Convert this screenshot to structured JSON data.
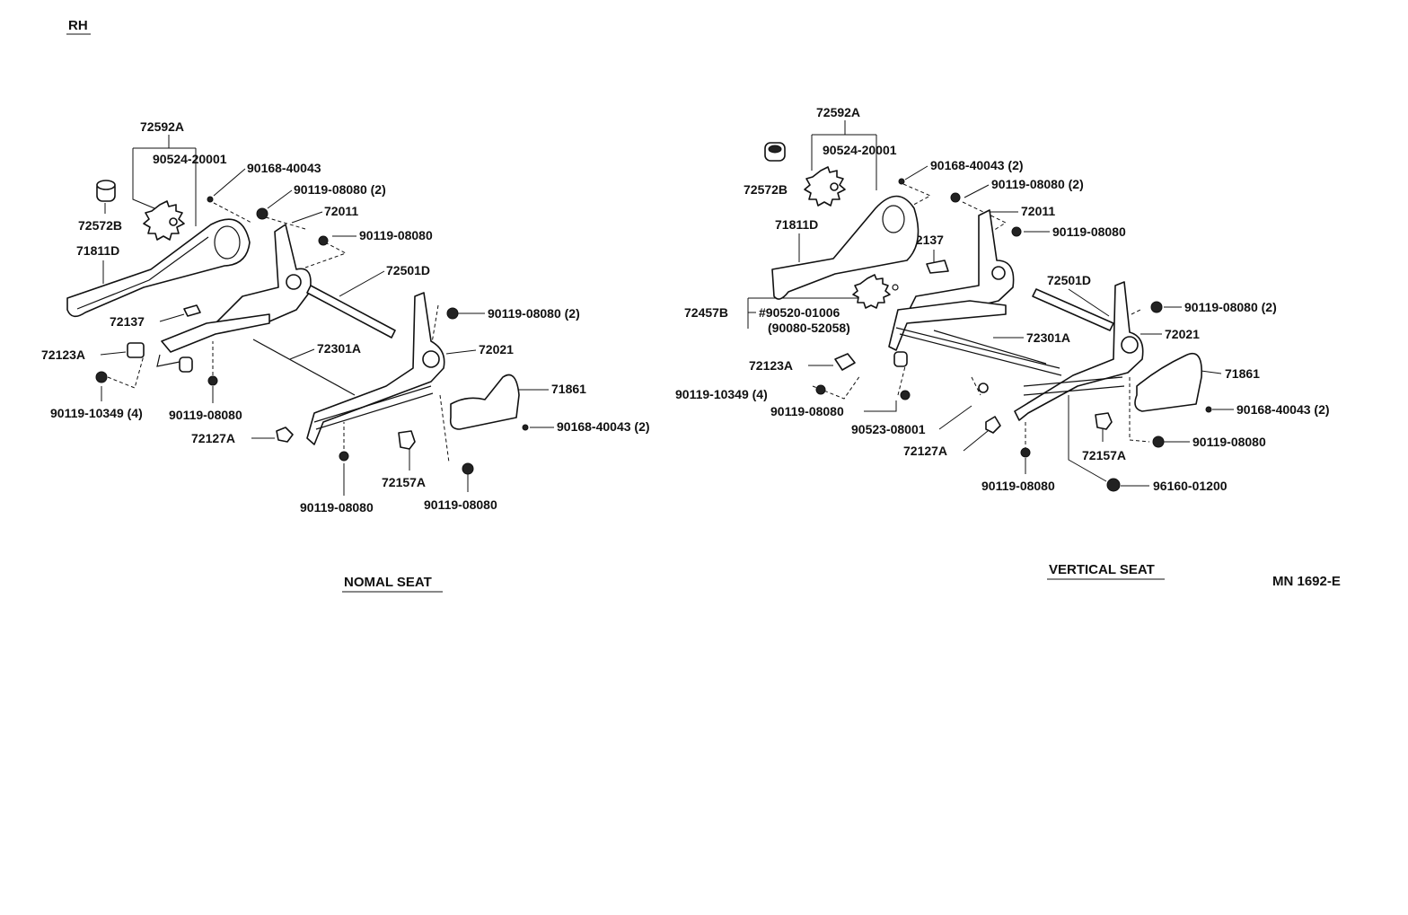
{
  "page": {
    "side_label": "RH",
    "diagram_code": "MN 1692-E"
  },
  "normal_seat": {
    "caption": "NOMAL SEAT",
    "labels": {
      "p72592A": "72592A",
      "p90524": "90524-20001",
      "p90168a": "90168-40043",
      "p72572B": "72572B",
      "p71811D": "71811D",
      "p90119_2a": "90119-08080 (2)",
      "p72011": "72011",
      "p90119a": "90119-08080",
      "p72501D": "72501D",
      "p72137": "72137",
      "p90119_2b": "90119-08080 (2)",
      "p72123A": "72123A",
      "p72301A": "72301A",
      "p72021": "72021",
      "p71861": "71861",
      "p90119_10349": "90119-10349 (4)",
      "p90119b": "90119-08080",
      "p90168b": "90168-40043 (2)",
      "p72127A": "72127A",
      "p72157A": "72157A",
      "p90119c": "90119-08080",
      "p90119d": "90119-08080"
    }
  },
  "vertical_seat": {
    "caption": "VERTICAL SEAT",
    "labels": {
      "p72592A": "72592A",
      "p90524": "90524-20001",
      "p72572B": "72572B",
      "p90168a": "90168-40043 (2)",
      "p90119_2a": "90119-08080 (2)",
      "p72011": "72011",
      "p71811D": "71811D",
      "p90119a": "90119-08080",
      "p72137": "72137",
      "p72501D": "72501D",
      "p72457B": "72457B",
      "p90520": "#90520-01006",
      "p90080": "(90080-52058)",
      "p90119_2b": "90119-08080 (2)",
      "p72301A": "72301A",
      "p72021": "72021",
      "p72123A": "72123A",
      "p71861": "71861",
      "p90119_10349": "90119-10349 (4)",
      "p90119b": "90119-08080",
      "p90168b": "90168-40043 (2)",
      "p90523": "90523-08001",
      "p90119c": "90119-08080",
      "p72127A": "72127A",
      "p72157A": "72157A",
      "p90119d": "90119-08080",
      "p96160": "96160-01200"
    }
  }
}
